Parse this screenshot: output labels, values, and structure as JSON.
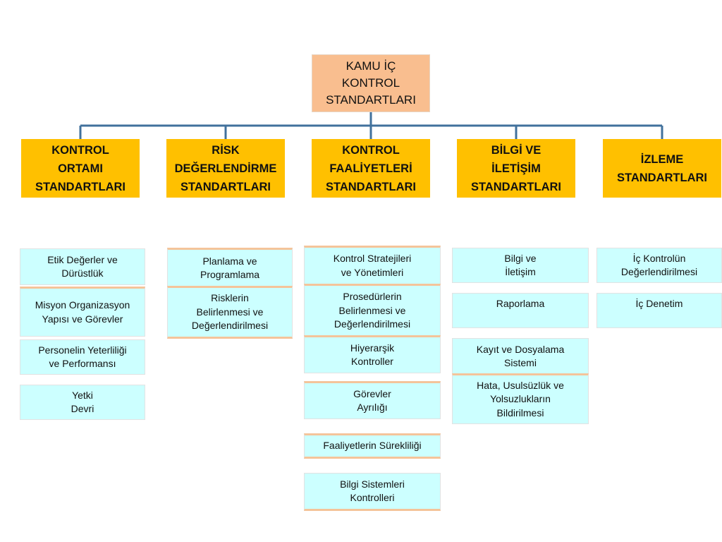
{
  "root": {
    "label": "KAMU İÇ\nKONTROL\nSTANDARTLARI"
  },
  "categories": [
    {
      "label": "KONTROL\nORTAMI\nSTANDARTLARI"
    },
    {
      "label": "RİSK\nDEĞERLENDİRME\nSTANDARTLARI"
    },
    {
      "label": "KONTROL\nFAALİYETLERİ\nSTANDARTLARI"
    },
    {
      "label": "BİLGİ VE\nİLETİŞİM\nSTANDARTLARI"
    },
    {
      "label": "İZLEME\nSTANDARTLARI"
    }
  ],
  "col1": [
    {
      "label": "Etik Değerler ve\nDürüstlük"
    },
    {
      "label": "Misyon Organizasyon\nYapısı ve Görevler"
    },
    {
      "label": "Personelin Yeterliliği\nve Performansı"
    },
    {
      "label": "Yetki\nDevri"
    }
  ],
  "col2": [
    {
      "label": "Planlama ve\nProgramlama"
    },
    {
      "label": "Risklerin\nBelirlenmesi ve\nDeğerlendirilmesi"
    }
  ],
  "col3": [
    {
      "label": "Kontrol Stratejileri\nve Yönetimleri"
    },
    {
      "label": "Prosedürlerin\nBelirlenmesi ve\nDeğerlendirilmesi"
    },
    {
      "label": "Hiyerarşik\nKontroller"
    },
    {
      "label": "Görevler\nAyrılığı"
    },
    {
      "label": "Faaliyetlerin Sürekliliği"
    },
    {
      "label": "Bilgi Sistemleri\nKontrolleri"
    }
  ],
  "col4": [
    {
      "label": "Bilgi ve\nİletişim"
    },
    {
      "label": "Raporlama"
    },
    {
      "label": "Kayıt ve Dosyalama\nSistemi"
    },
    {
      "label": "Hata, Usulsüzlük ve\nYolsuzlukların\nBildirilmesi"
    }
  ],
  "col5": [
    {
      "label": "İç Kontrolün\nDeğerlendirilmesi"
    },
    {
      "label": "İç Denetim"
    }
  ],
  "colors": {
    "root": "#f9be8f",
    "category": "#ffc000",
    "item": "#ccffff",
    "item_border": "#f4c49a",
    "connector": "#41719c"
  }
}
